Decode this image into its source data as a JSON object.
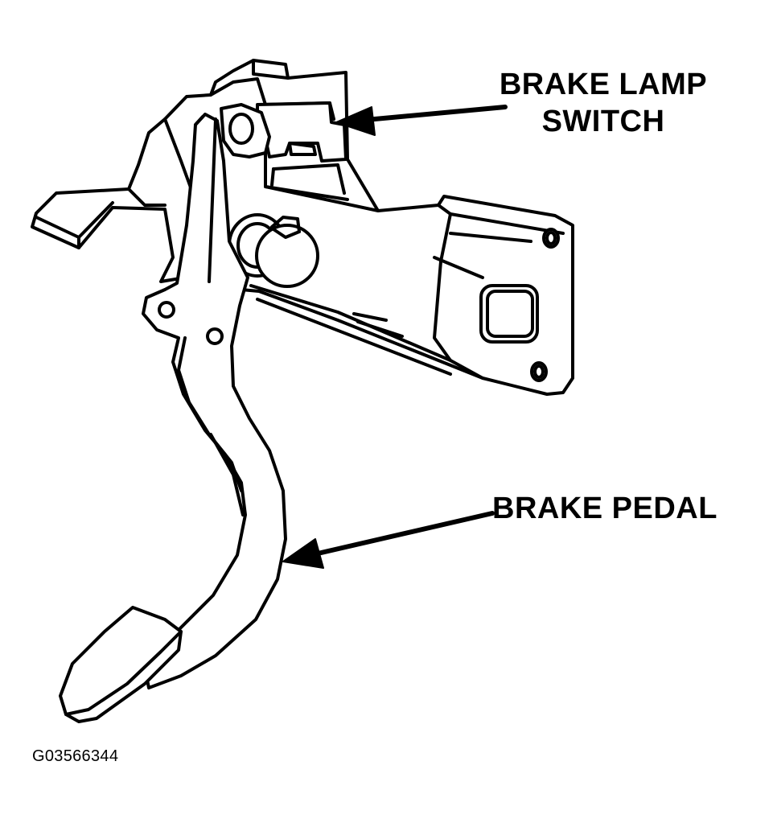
{
  "callouts": {
    "brake_lamp_switch": {
      "line1": "BRAKE LAMP",
      "line2": "SWITCH"
    },
    "brake_pedal": "BRAKE PEDAL"
  },
  "figure_id": "G03566344",
  "colors": {
    "line": "#000000",
    "background": "#ffffff"
  }
}
